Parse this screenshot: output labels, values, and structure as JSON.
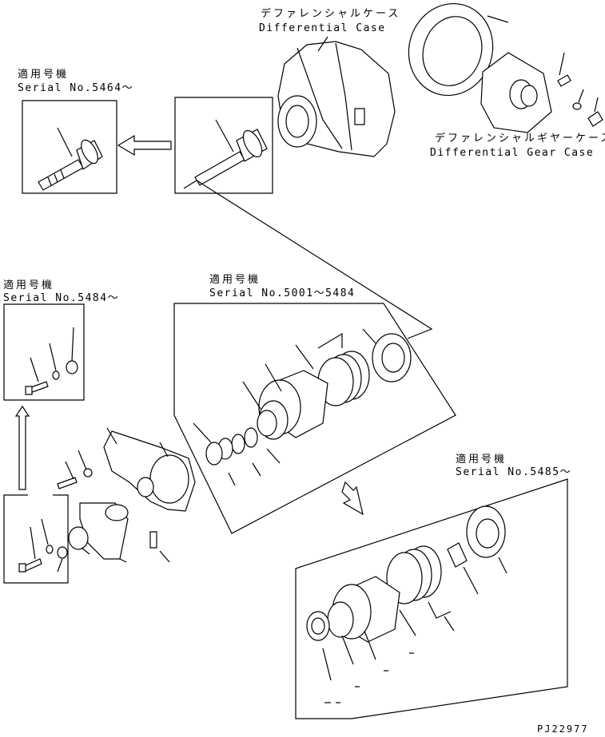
{
  "labels": {
    "diff_case_jp": "デファレンシャルケース",
    "diff_case_en": "Differential Case",
    "gear_case_jp": "デファレンシャルギヤーケース",
    "gear_case_en": "Differential Gear Case",
    "applicable_1": "適用号機",
    "serial_1": "Serial No.5464～",
    "applicable_2": "適用号機",
    "serial_2": "Serial No.5484～",
    "applicable_3": "適用号機",
    "serial_3": "Serial No.5001～5484",
    "applicable_4": "適用号機",
    "serial_4": "Serial No.5485～",
    "drawing_no": "PJ22977"
  }
}
